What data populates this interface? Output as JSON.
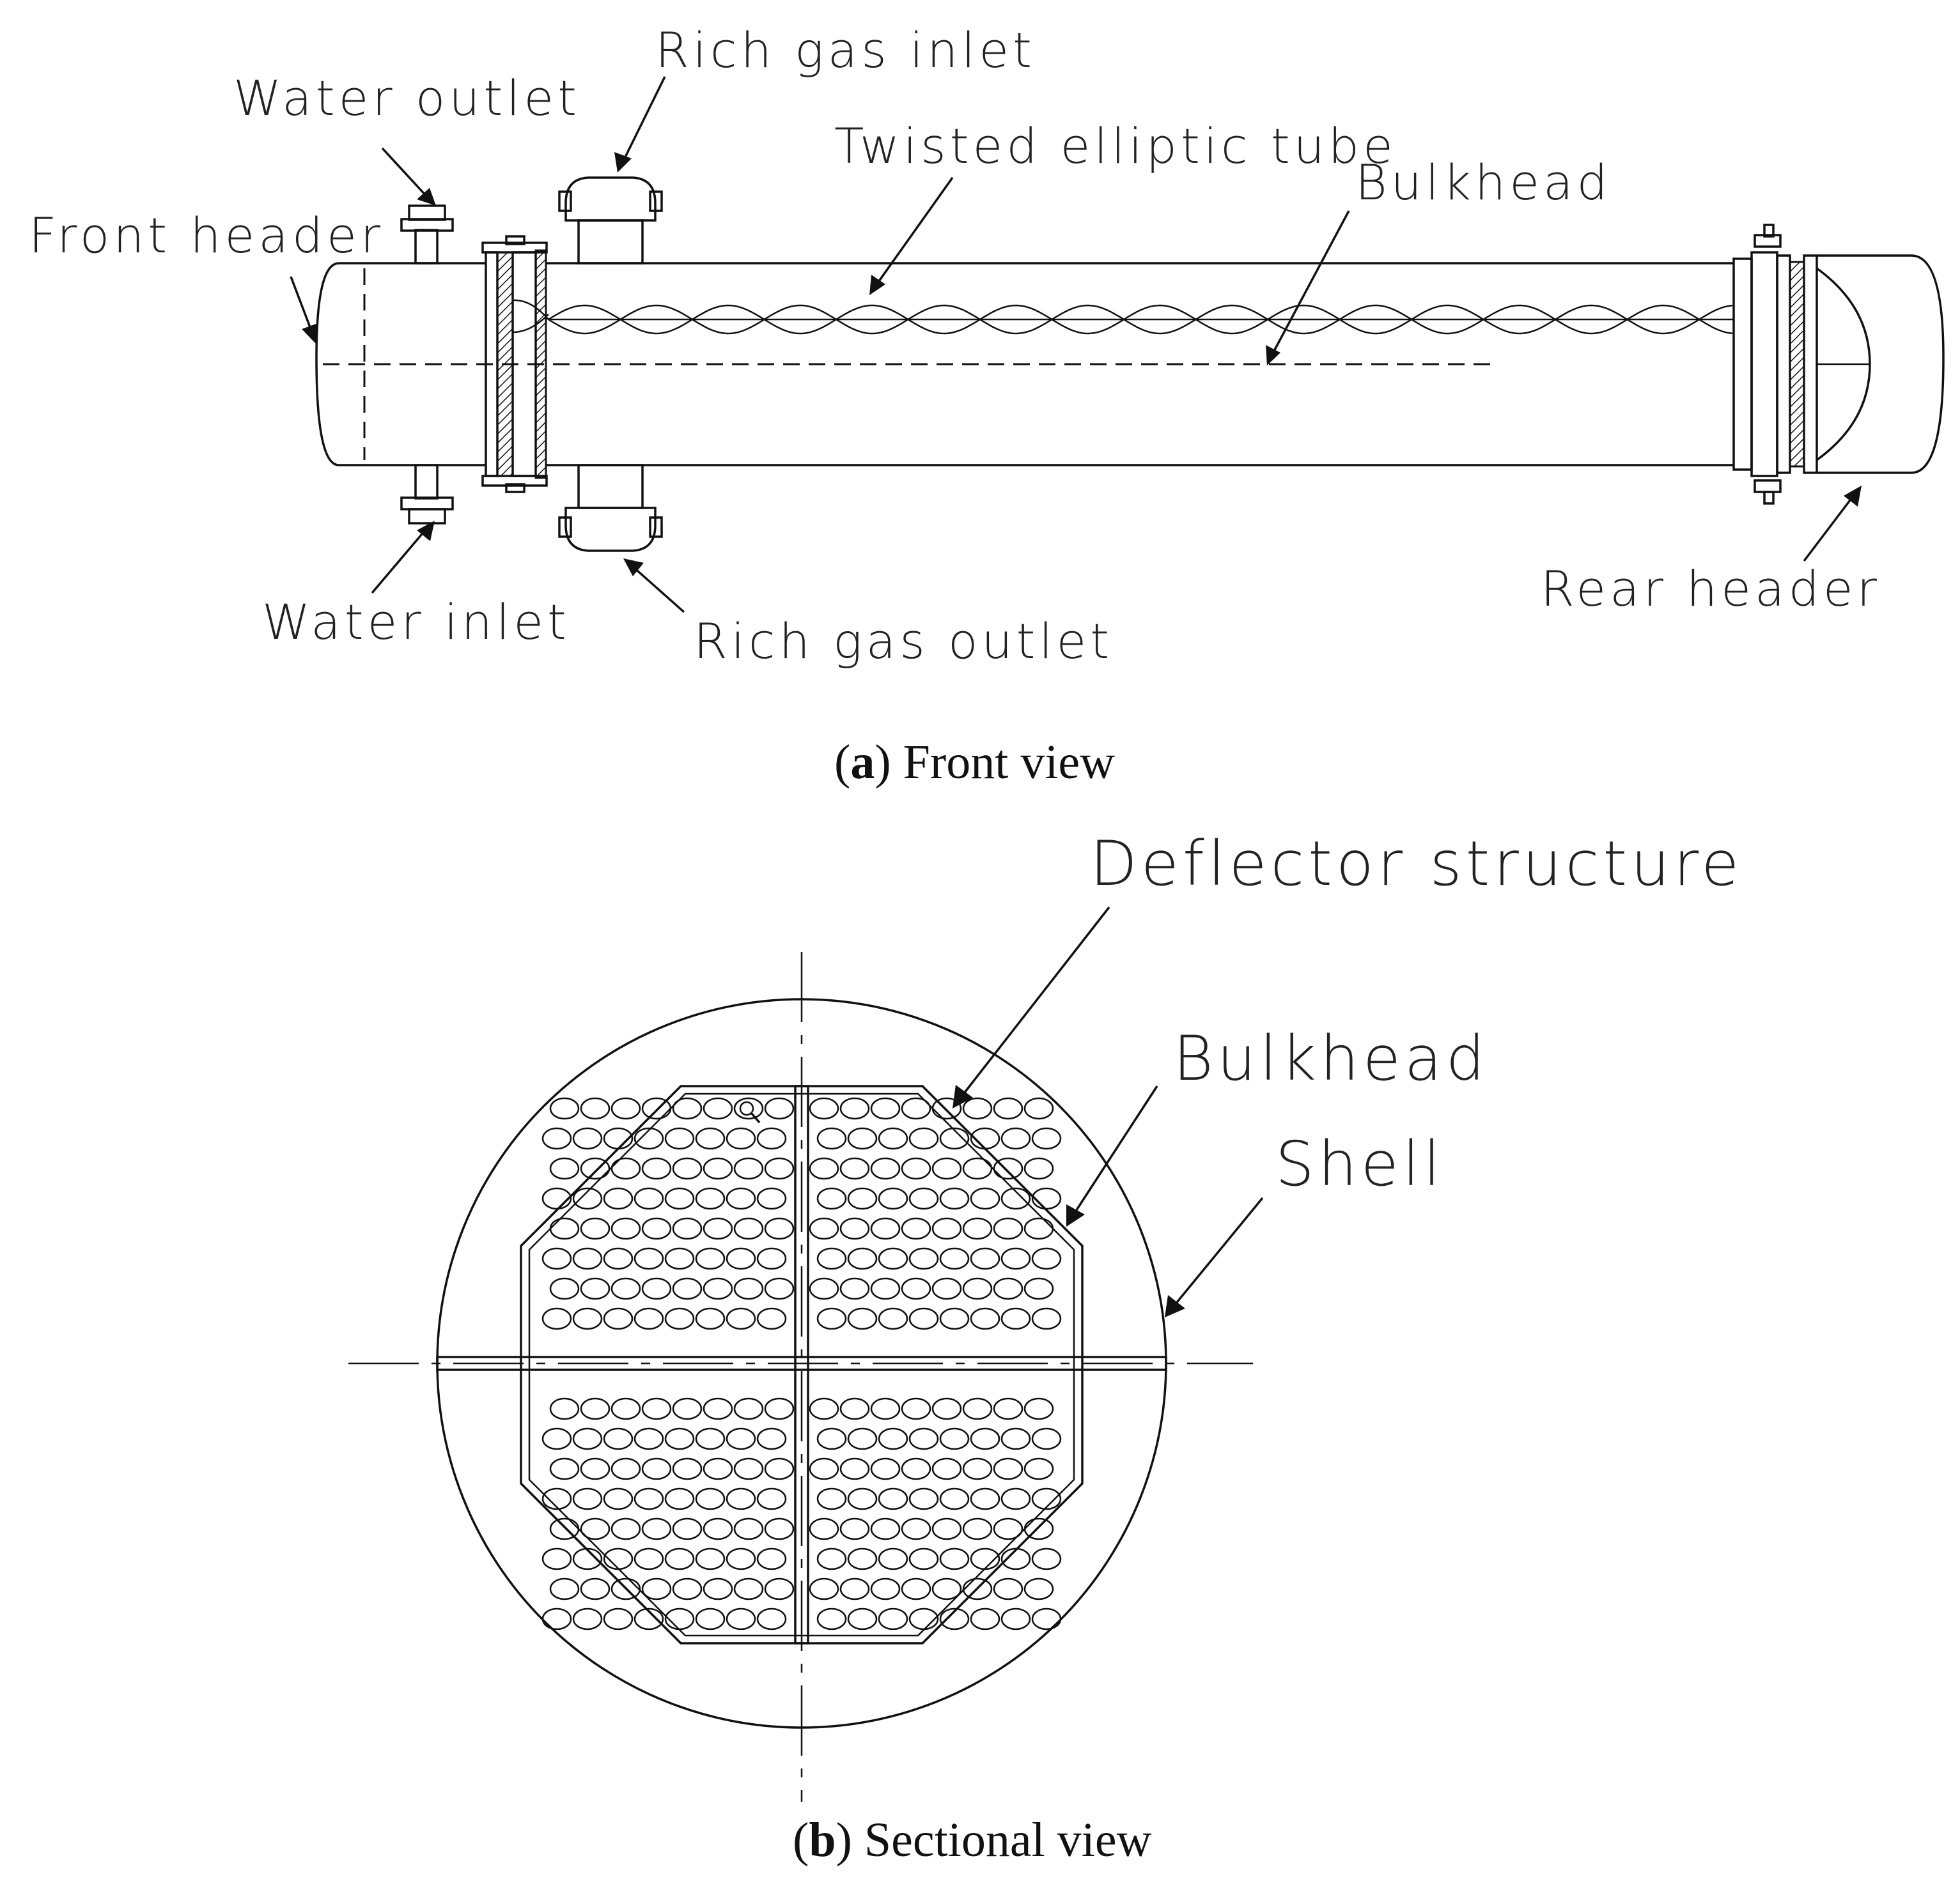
{
  "front_view": {
    "labels": {
      "rich_gas_inlet": "Rich gas inlet",
      "water_outlet": "Water outlet",
      "twisted_elliptic_tube": "Twisted elliptic tube",
      "bulkhead": "Bulkhead",
      "front_header": "Front header",
      "water_inlet": "Water inlet",
      "rich_gas_outlet": "Rich gas outlet",
      "rear_header": "Rear header"
    },
    "caption": {
      "letter": "a",
      "text": "Front view"
    }
  },
  "sectional_view": {
    "labels": {
      "deflector_structure": "Deflector structure",
      "bulkhead": "Bulkhead",
      "shell": "Shell"
    },
    "caption": {
      "letter": "b",
      "text": "Sectional view"
    }
  }
}
